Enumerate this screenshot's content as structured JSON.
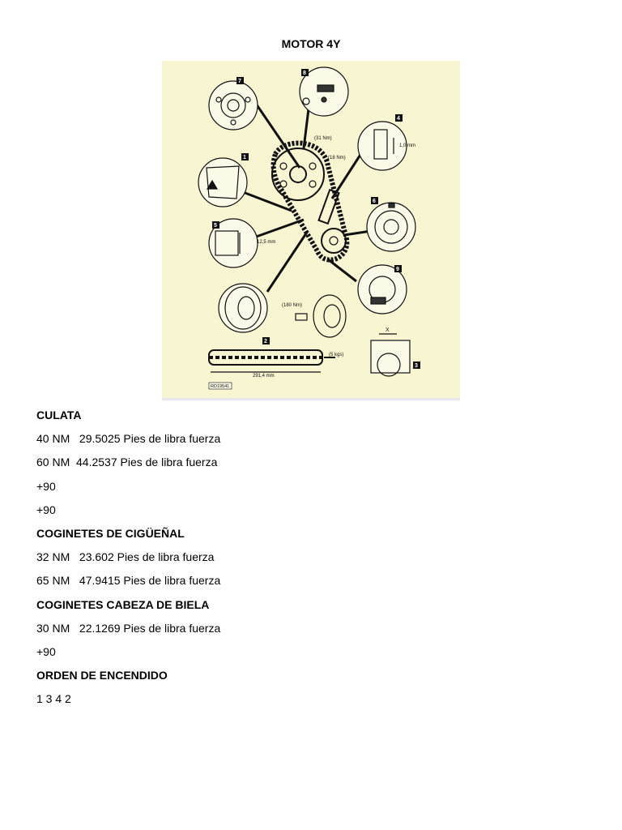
{
  "document": {
    "title": "MOTOR 4Y",
    "figure": {
      "labels": {
        "torque_top": "(31 Nm)",
        "torque_mid": "(18 Nm)",
        "torque_pulley": "(180 Nm)",
        "chain_len": "291,4 mm",
        "chain_load": "(5 kgs)",
        "dim_125": "12,5 mm",
        "dim_10": "1,0 mm",
        "x_label": "X",
        "ref": "RD19541",
        "n1": "1",
        "n2": "2",
        "n3": "3",
        "n4": "4",
        "n5": "5",
        "n6": "6",
        "n7": "7",
        "n8": "8",
        "n9": "9"
      }
    },
    "lines": [
      {
        "text": "CULATA",
        "bold": true
      },
      {
        "text": "40 NM   29.5025 Pies de libra fuerza",
        "bold": false
      },
      {
        "text": "60 NM  44.2537 Pies de libra fuerza",
        "bold": false
      },
      {
        "text": "+90",
        "bold": false
      },
      {
        "text": "+90",
        "bold": false
      },
      {
        "text": "COGINETES DE CIGÜEÑAL",
        "bold": true
      },
      {
        "text": "32 NM   23.602 Pies de libra fuerza",
        "bold": false
      },
      {
        "text": "65 NM   47.9415 Pies de libra fuerza",
        "bold": false
      },
      {
        "text": "COGINETES CABEZA DE BIELA",
        "bold": true
      },
      {
        "text": "30 NM   22.1269 Pies de libra fuerza",
        "bold": false
      },
      {
        "text": "+90",
        "bold": false
      },
      {
        "text": "ORDEN DE ENCENDIDO",
        "bold": true
      },
      {
        "text": "1 3 4 2",
        "bold": false
      }
    ]
  }
}
